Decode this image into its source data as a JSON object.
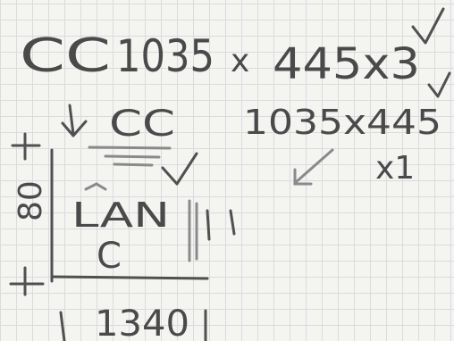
{
  "sketch": {
    "line1_code": "CC",
    "line1_dims": "1035",
    "line1_times": "x",
    "line1_dims2": "445x3",
    "line2_code": "CC",
    "line2_dims": "1035x445",
    "line2_qty": "x1",
    "drawing_label_top": "LAN",
    "drawing_label_bottom": "C",
    "height_dim": "80",
    "width_dim": "1340"
  },
  "colors": {
    "ink": "#4a4a4a",
    "grid": "#d9dbe0",
    "paper": "#f4f4f1"
  }
}
